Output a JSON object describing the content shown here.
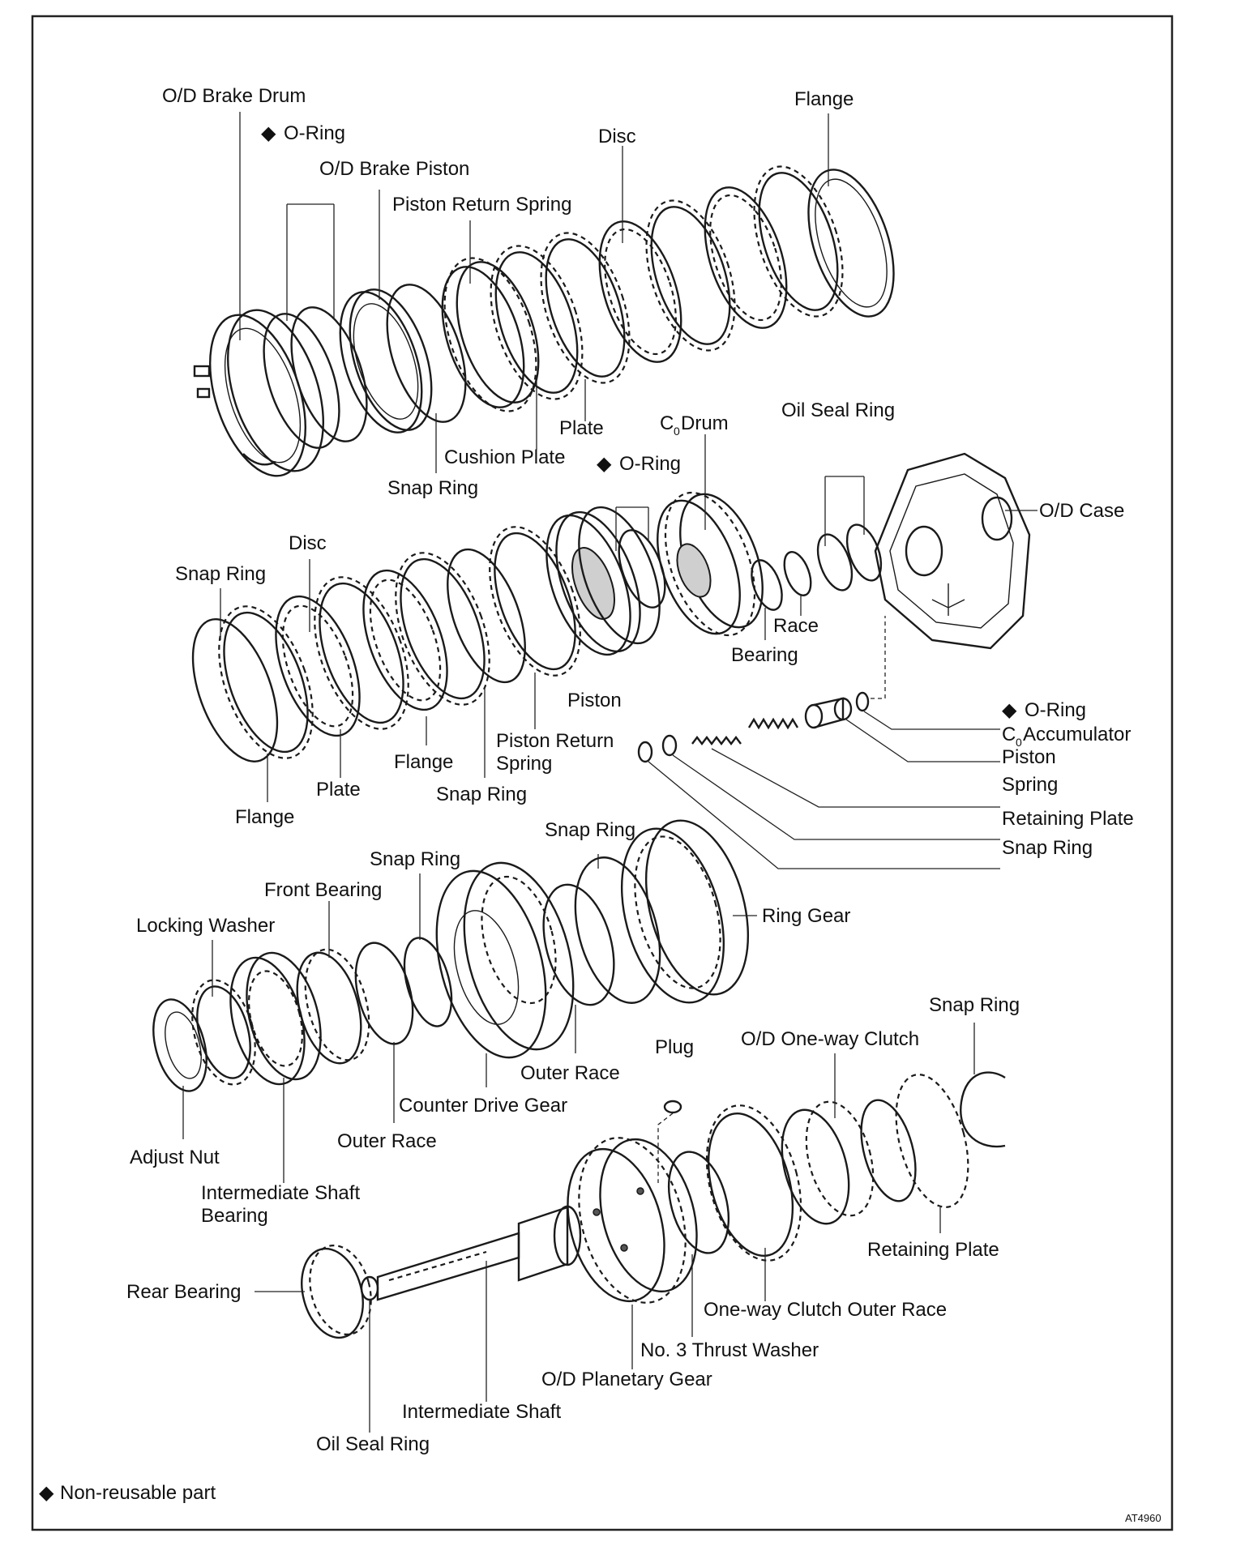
{
  "labels": {
    "od_brake_drum": "O/D Brake Drum",
    "o_ring_1": "O-Ring",
    "od_brake_piston": "O/D Brake Piston",
    "piston_return_spring_1": "Piston Return Spring",
    "disc_1": "Disc",
    "flange_1": "Flange",
    "plate_1": "Plate",
    "cushion_plate": "Cushion Plate",
    "snap_ring_1": "Snap Ring",
    "c0_drum": "C",
    "c0_drum_sub": "0",
    "c0_drum_suffix": " Drum",
    "o_ring_2": "O-Ring",
    "oil_seal_ring_1": "Oil Seal Ring",
    "od_case": "O/D Case",
    "disc_2": "Disc",
    "snap_ring_2": "Snap Ring",
    "race": "Race",
    "bearing": "Bearing",
    "piston": "Piston",
    "o_ring_3": "O-Ring",
    "c0_accumulator": "C",
    "c0_accumulator_sub": "0",
    "c0_accumulator_suffix": " Accumulator",
    "c0_accumulator_line2": "Piston",
    "piston_return_spring_2_line1": "Piston Return",
    "piston_return_spring_2_line2": "Spring",
    "flange_2": "Flange",
    "plate_2": "Plate",
    "snap_ring_3": "Snap Ring",
    "flange_3": "Flange",
    "spring": "Spring",
    "retaining_plate_1": "Retaining Plate",
    "snap_ring_4": "Snap Ring",
    "snap_ring_5": "Snap Ring",
    "snap_ring_6": "Snap Ring",
    "front_bearing": "Front Bearing",
    "locking_washer": "Locking Washer",
    "ring_gear": "Ring Gear",
    "snap_ring_7": "Snap Ring",
    "plug": "Plug",
    "od_one_way_clutch": "O/D One-way Clutch",
    "outer_race_1": "Outer Race",
    "counter_drive_gear": "Counter Drive Gear",
    "outer_race_2": "Outer Race",
    "adjust_nut": "Adjust Nut",
    "intermediate_shaft_bearing_line1": "Intermediate Shaft",
    "intermediate_shaft_bearing_line2": "Bearing",
    "retaining_plate_2": "Retaining Plate",
    "rear_bearing": "Rear Bearing",
    "one_way_clutch_outer_race": "One-way Clutch Outer Race",
    "no3_thrust_washer": "No. 3 Thrust Washer",
    "od_planetary_gear": "O/D Planetary Gear",
    "intermediate_shaft": "Intermediate Shaft",
    "oil_seal_ring_2": "Oil Seal Ring"
  },
  "legend": {
    "symbol": "◆",
    "text": "Non-reusable part"
  },
  "figure_code": "AT4960"
}
